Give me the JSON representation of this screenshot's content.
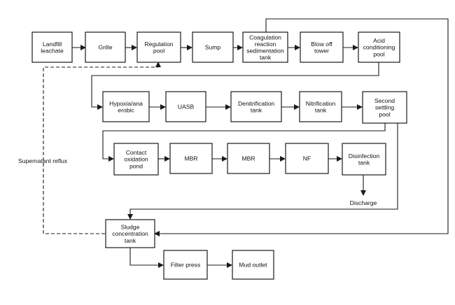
{
  "nodes": {
    "landfill": "Landfill\nleachate",
    "grille": "Grille",
    "regulation": "Regulation\npool",
    "sump": "Sump",
    "coagulation": "Coagulation\nreaction\nsedimentation\ntank",
    "blowoff": "Blow off\ntower",
    "acid": "Acid\nconditioning\npool",
    "hypoxia": "Hypoxia/ana\nerobic",
    "uasb": "UASB",
    "denitrification": "Denitrification\ntank",
    "nitrification": "Nitrification\ntank",
    "second": "Second\nsettling\npool",
    "contact": "Contact\noxidation\npond",
    "mbr1": "MBR",
    "mbr2": "MBR",
    "nf": "NF",
    "disinfection": "Disinfection\ntank",
    "sludge": "Sludge\nconcentration\ntank",
    "filter": "Filter press",
    "mud": "Mud outlet"
  },
  "labels": {
    "discharge": "Discharge",
    "supernatant": "Supernatant reflux"
  }
}
